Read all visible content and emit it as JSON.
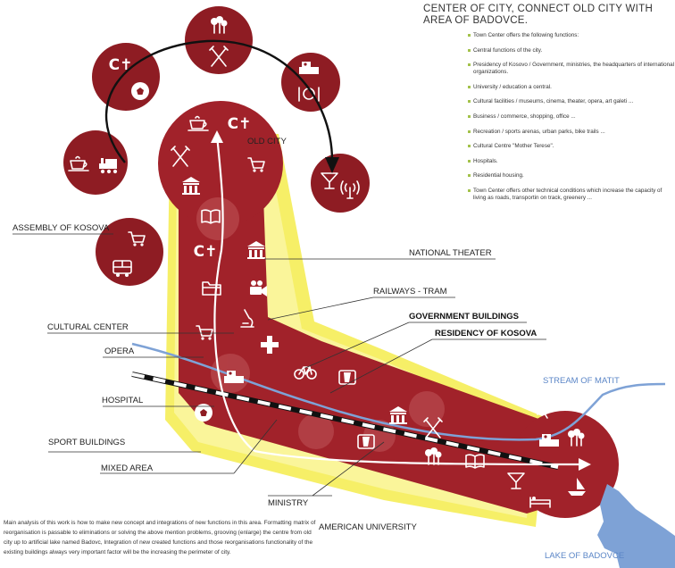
{
  "info": {
    "title": "CENTER OF CITY, CONNECT OLD CITY WITH AREA OF BADOVCE.",
    "items": [
      "Town Center offers the following functions:",
      "Central functions of the city.",
      "Presidency of Kosovo / Government, ministries, the headquarters of international organizations.",
      "University / education a central.",
      "Cultural facilities / museums, cinema, theater, opera, art galeti ...",
      "Business / commerce, shopping, office ...",
      "Recreation / sports arenas, urban parks, bike trails ...",
      "Cultural Centre \"Mother Terese\".",
      "Hospitals.",
      "Residential housing.",
      "Town Center offers other technical conditions which increase the capacity of living as roads, transportin on track, greenery ..."
    ]
  },
  "labels": {
    "old_city": "OLD CITY",
    "assembly": "ASSEMBLY OF KOSOVA",
    "national_theater": "NATIONAL THEATER",
    "railways": "RAILWAYS - TRAM",
    "cultural_center": "CULTURAL CENTER",
    "government": "GOVERNMENT BUILDINGS",
    "residency": "RESIDENCY OF KOSOVA",
    "opera": "OPERA",
    "hospital": "HOSPITAL",
    "stream": "STREAM OF MATIT",
    "sport": "SPORT BUILDINGS",
    "mixed": "MIXED AREA",
    "ministry": "MINISTRY",
    "american": "AMERICAN UNIVERSITY",
    "lake": "LAKE OF BADOVCE"
  },
  "summary": "Main analysis of this work is how to make new concept and integrations of new functions in this area. Formatting matrix of reorganisation is passable to eliminations or solving the above mention problems, grooving (enlarge) the centre from old city up to artificial lake named Badovc, Integration of new created functions and those reorganisations functionality of the existing buildings always very important factor will be the increasing the perimeter of city.",
  "colors": {
    "district": "#a1222a",
    "circle_dark": "#8e1c23",
    "glow": "#f4ec4c",
    "water": "#7ea2d6",
    "bullet": "#a3c24a"
  },
  "icons": [
    "church-icon",
    "football-icon",
    "cutlery-icon",
    "tree-icon",
    "hotel-icon",
    "dining-icon",
    "cocktail-icon",
    "radio-tower-icon",
    "coffee-icon",
    "train-icon",
    "shopping-cart-icon",
    "museum-icon",
    "book-icon",
    "bus-icon",
    "folder-icon",
    "camera-icon",
    "microscope-icon",
    "cross-icon",
    "bicycle-icon",
    "boat-icon",
    "bed-icon",
    "map-icon",
    "running-icon"
  ],
  "legend_circles": [
    "church-football",
    "cutlery-tree",
    "hotel-dining",
    "cocktail-radio",
    "coffee-train"
  ]
}
